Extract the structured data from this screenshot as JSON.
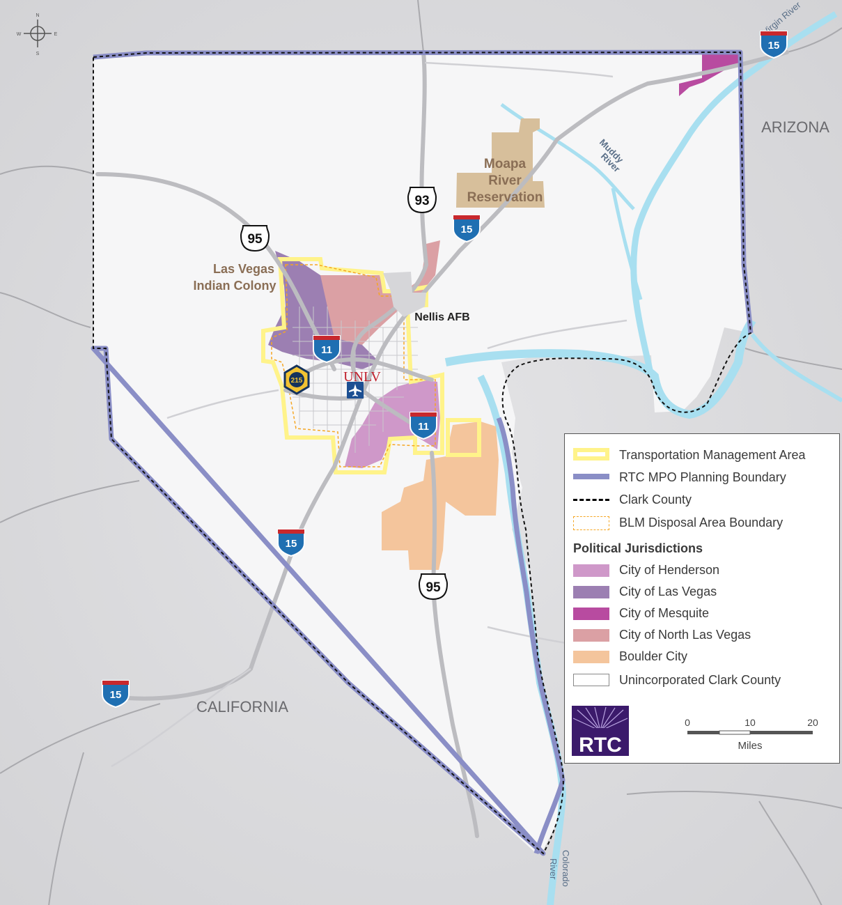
{
  "map": {
    "states": {
      "arizona": "ARIZONA",
      "california": "CALIFORNIA"
    },
    "places": {
      "moapa": [
        "Moapa",
        "River",
        "Reservation"
      ],
      "indian_colony": [
        "Las Vegas",
        "Indian Colony"
      ],
      "nellis": "Nellis AFB",
      "univ": "UNLV"
    },
    "water": {
      "virgin": "Virgin River",
      "muddy": [
        "Muddy",
        "River"
      ],
      "colorado": [
        "Colorado",
        "River"
      ]
    },
    "compass": {
      "n": "N",
      "s": "S",
      "e": "E",
      "w": "W"
    },
    "shields": {
      "i15": "15",
      "i11": "11",
      "us93": "93",
      "us95": "95",
      "r215": "215"
    }
  },
  "legend": {
    "items": [
      {
        "label": "Transportation Management Area",
        "color": "#fff38a"
      },
      {
        "label": "RTC MPO Planning Boundary",
        "color": "#8a8ec6"
      },
      {
        "label": "Clark County",
        "color": "#000000"
      },
      {
        "label": "BLM Disposal Area Boundary",
        "color": "#f5a623"
      }
    ],
    "jurisdictions_title": "Political Jurisdictions",
    "jurisdictions": [
      {
        "label": "City of Henderson",
        "color": "#cf98c9"
      },
      {
        "label": "City of Las Vegas",
        "color": "#9c7fb2"
      },
      {
        "label": "City of Mesquite",
        "color": "#b84ba0"
      },
      {
        "label": "City of North Las Vegas",
        "color": "#dba0a4"
      },
      {
        "label": "Boulder City",
        "color": "#f4c59c"
      },
      {
        "label": "Unincorporated Clark County",
        "color": "#ffffff"
      }
    ],
    "logo_text": "RTC",
    "scale": {
      "ticks": [
        "0",
        "10",
        "20"
      ],
      "unit": "Miles"
    }
  }
}
